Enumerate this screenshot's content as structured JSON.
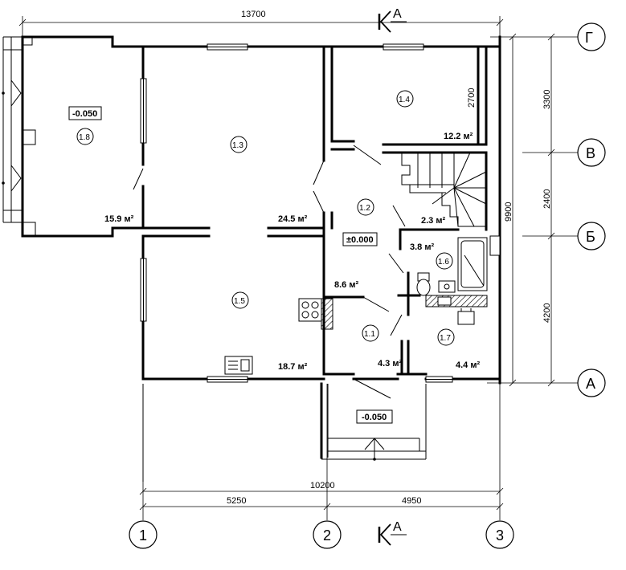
{
  "dimensions": {
    "overall_width": "13700",
    "base_width": "10200",
    "span_1_2": "5250",
    "span_2_3": "4950",
    "total_depth": "9900",
    "span_G_V": "3300",
    "span_V_B": "2400",
    "span_B_A": "4200",
    "inner_2700": "2700"
  },
  "section_mark": "А",
  "axes": {
    "cols": [
      "1",
      "2",
      "3"
    ],
    "rows": [
      "Г",
      "В",
      "Б",
      "А"
    ]
  },
  "levels": {
    "terrace": "-0.050",
    "floor": "±0.000",
    "porch": "-0.050"
  },
  "rooms": {
    "r11": "1.1",
    "r12": "1.2",
    "r13": "1.3",
    "r14": "1.4",
    "r15": "1.5",
    "r16": "1.6",
    "r17": "1.7",
    "r18": "1.8"
  },
  "areas": {
    "a18": "15.9 м²",
    "a13": "24.5 м²",
    "a14": "12.2 м²",
    "a15": "18.7 м²",
    "a11": "8.6 м²",
    "a_hall": "4.3 м²",
    "a_stair": "2.3 м²",
    "a16": "3.8 м²",
    "a17": "4.4 м²"
  }
}
